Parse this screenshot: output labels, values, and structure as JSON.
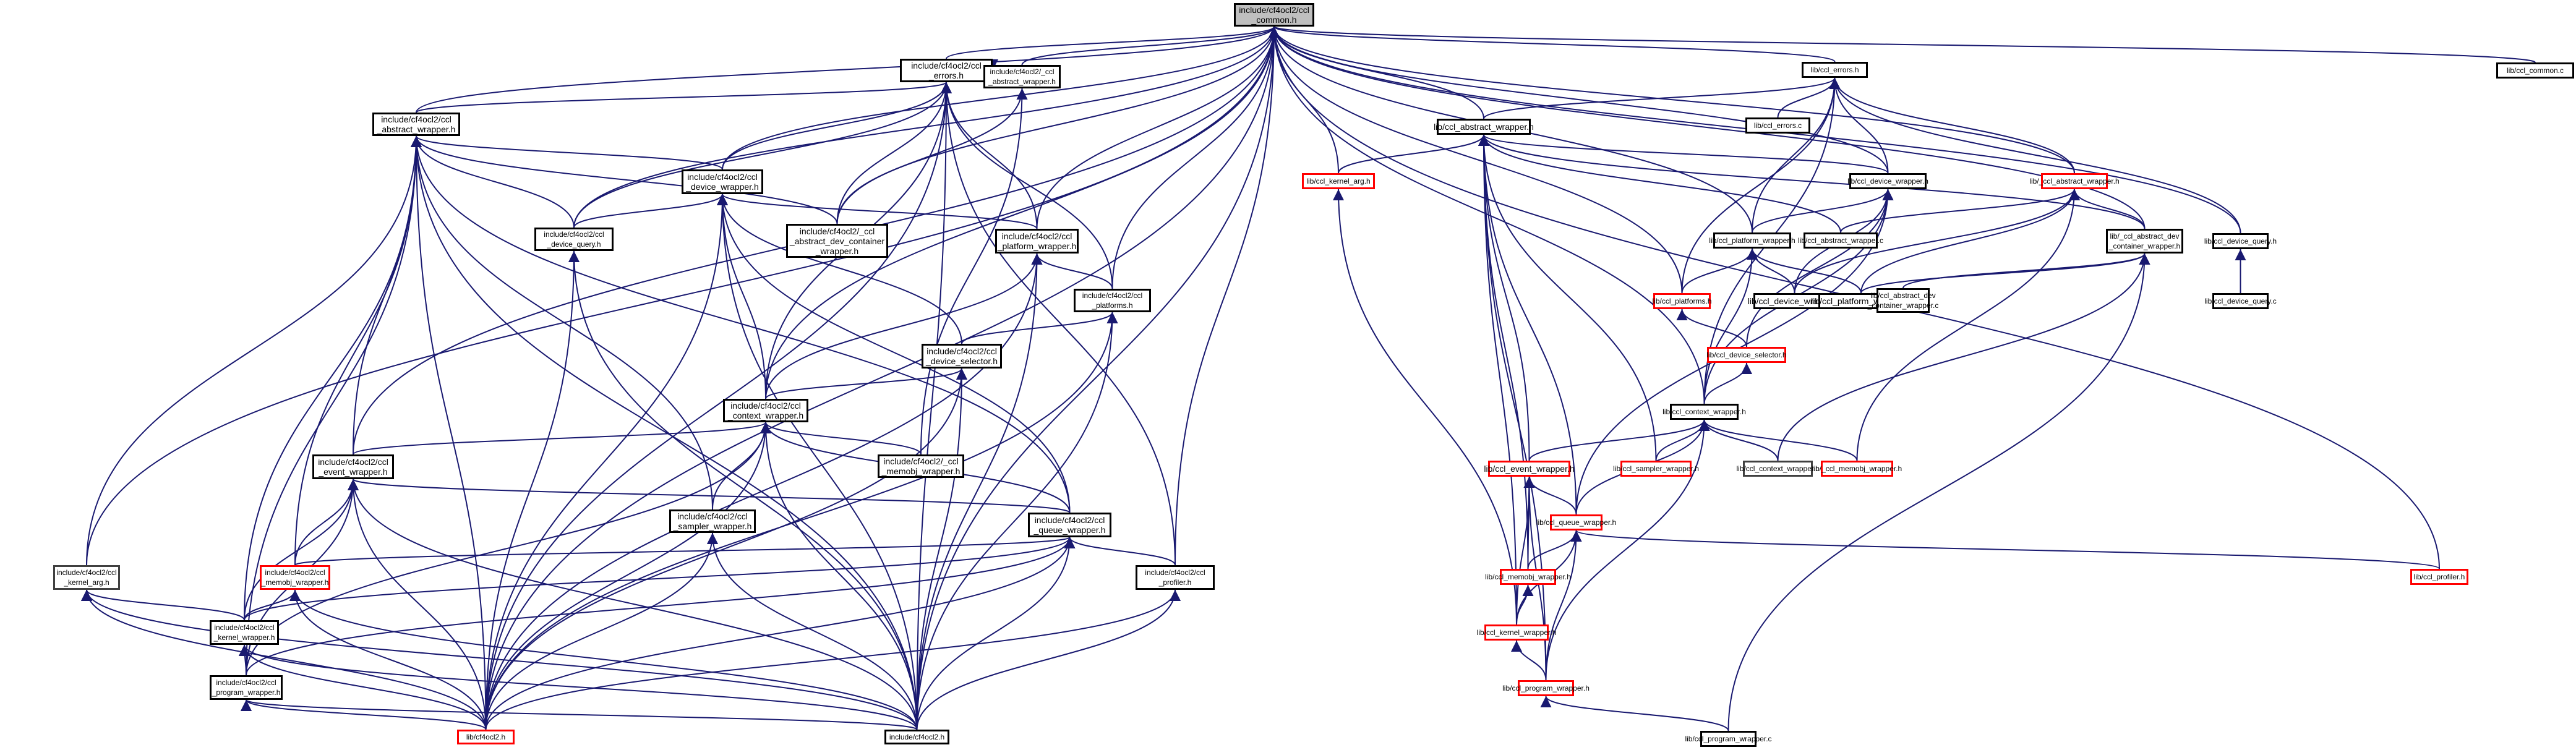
{
  "title": "include/cf4ocl2/ccl_common.h include dependency graph",
  "colors": {
    "edge": "#191970",
    "root_fill": "#bfbfbf",
    "truncated_border": "#ff0000",
    "node_border": "#000000"
  },
  "nodes": [
    {
      "id": "n0",
      "label": "include/cf4ocl2/ccl\n_common.h",
      "style": "root"
    },
    {
      "id": "n1",
      "label": "include/cf4ocl2/ccl\n_errors.h",
      "style": "normal"
    },
    {
      "id": "n2",
      "label": "include/cf4ocl2/ccl\n_abstract_wrapper.h",
      "style": "normal"
    },
    {
      "id": "n3",
      "label": "include/cf4ocl2/_ccl\n_abstract_wrapper.h",
      "style": "normal"
    },
    {
      "id": "n4",
      "label": "include/cf4ocl2/ccl\n_device_wrapper.h",
      "style": "normal"
    },
    {
      "id": "n5",
      "label": "include/cf4ocl2/ccl\n_device_query.h",
      "style": "normal"
    },
    {
      "id": "n6",
      "label": "include/cf4ocl2/_ccl\n_abstract_dev_container\n_wrapper.h",
      "style": "normal"
    },
    {
      "id": "n7",
      "label": "include/cf4ocl2/ccl\n_platform_wrapper.h",
      "style": "normal"
    },
    {
      "id": "n8",
      "label": "include/cf4ocl2/ccl\n_platforms.h",
      "style": "normal"
    },
    {
      "id": "n9",
      "label": "include/cf4ocl2/ccl\n_device_selector.h",
      "style": "normal"
    },
    {
      "id": "n10",
      "label": "include/cf4ocl2/ccl\n_context_wrapper.h",
      "style": "normal"
    },
    {
      "id": "n11",
      "label": "include/cf4ocl2/_ccl\n_memobj_wrapper.h",
      "style": "normal"
    },
    {
      "id": "n12",
      "label": "include/cf4ocl2/ccl\n_event_wrapper.h",
      "style": "normal"
    },
    {
      "id": "n13",
      "label": "include/cf4ocl2/ccl\n_queue_wrapper.h",
      "style": "normal"
    },
    {
      "id": "n14",
      "label": "include/cf4ocl2/ccl\n_sampler_wrapper.h",
      "style": "normal"
    },
    {
      "id": "n15",
      "label": "include/cf4ocl2/ccl\n_kernel_arg.h",
      "style": "gray"
    },
    {
      "id": "n16",
      "label": "include/cf4ocl2/ccl\n_memobj_wrapper.h",
      "style": "red"
    },
    {
      "id": "n17",
      "label": "include/cf4ocl2/ccl\n_profiler.h",
      "style": "normal"
    },
    {
      "id": "n18",
      "label": "include/cf4ocl2/ccl\n_kernel_wrapper.h",
      "style": "normal"
    },
    {
      "id": "n19",
      "label": "include/cf4ocl2/ccl\n_program_wrapper.h",
      "style": "normal"
    },
    {
      "id": "n20",
      "label": "lib/cf4ocl2.h",
      "style": "red"
    },
    {
      "id": "n21",
      "label": "include/cf4ocl2.h",
      "style": "normal"
    },
    {
      "id": "n22",
      "label": "lib/ccl_errors.h",
      "style": "normal"
    },
    {
      "id": "n23",
      "label": "lib/ccl_errors.c",
      "style": "normal"
    },
    {
      "id": "n24",
      "label": "lib/ccl_abstract_wrapper.h",
      "style": "normal"
    },
    {
      "id": "n25",
      "label": "lib/ccl_kernel_arg.h",
      "style": "red"
    },
    {
      "id": "n26",
      "label": "lib/ccl_device_wrapper.h",
      "style": "normal"
    },
    {
      "id": "n27",
      "label": "lib/_ccl_abstract_wrapper.h",
      "style": "red"
    },
    {
      "id": "n28",
      "label": "lib/ccl_platform_wrapper.h",
      "style": "normal"
    },
    {
      "id": "n29",
      "label": "lib/ccl_abstract_wrapper.c",
      "style": "normal"
    },
    {
      "id": "n30",
      "label": "lib/_ccl_abstract_dev\n_container_wrapper.h",
      "style": "normal"
    },
    {
      "id": "n31",
      "label": "lib/ccl_device_query.h",
      "style": "normal"
    },
    {
      "id": "n32",
      "label": "lib/ccl_platforms.h",
      "style": "red"
    },
    {
      "id": "n33",
      "label": "lib/ccl_device_wrapper.c",
      "style": "normal"
    },
    {
      "id": "n34",
      "label": "lib/ccl_platform_wrapper.c",
      "style": "normal"
    },
    {
      "id": "n35",
      "label": "lib/ccl_abstract_dev\n_container_wrapper.c",
      "style": "normal"
    },
    {
      "id": "n36",
      "label": "lib/ccl_device_query.c",
      "style": "normal"
    },
    {
      "id": "n37",
      "label": "lib/ccl_device_selector.h",
      "style": "red"
    },
    {
      "id": "n38",
      "label": "lib/ccl_context_wrapper.h",
      "style": "normal"
    },
    {
      "id": "n39",
      "label": "lib/ccl_event_wrapper.h",
      "style": "red"
    },
    {
      "id": "n40",
      "label": "lib/ccl_sampler_wrapper.h",
      "style": "red"
    },
    {
      "id": "n41",
      "label": "lib/ccl_context_wrapper.c",
      "style": "gray"
    },
    {
      "id": "n42",
      "label": "lib/_ccl_memobj_wrapper.h",
      "style": "red"
    },
    {
      "id": "n43",
      "label": "lib/ccl_queue_wrapper.h",
      "style": "red"
    },
    {
      "id": "n44",
      "label": "lib/ccl_memobj_wrapper.h",
      "style": "red"
    },
    {
      "id": "n45",
      "label": "lib/ccl_kernel_wrapper.h",
      "style": "red"
    },
    {
      "id": "n46",
      "label": "lib/ccl_program_wrapper.h",
      "style": "red"
    },
    {
      "id": "n47",
      "label": "lib/ccl_program_wrapper.c",
      "style": "normal"
    },
    {
      "id": "n48",
      "label": "lib/ccl_profiler.h",
      "style": "red"
    },
    {
      "id": "n49",
      "label": "lib/ccl_common.c",
      "style": "normal"
    }
  ],
  "edges": [
    [
      "n1",
      "n0"
    ],
    [
      "n2",
      "n0"
    ],
    [
      "n3",
      "n0"
    ],
    [
      "n4",
      "n0"
    ],
    [
      "n5",
      "n0"
    ],
    [
      "n6",
      "n0"
    ],
    [
      "n7",
      "n0"
    ],
    [
      "n8",
      "n0"
    ],
    [
      "n10",
      "n0"
    ],
    [
      "n12",
      "n0"
    ],
    [
      "n15",
      "n0"
    ],
    [
      "n17",
      "n0"
    ],
    [
      "n20",
      "n0"
    ],
    [
      "n21",
      "n0"
    ],
    [
      "n22",
      "n0"
    ],
    [
      "n24",
      "n0"
    ],
    [
      "n25",
      "n0"
    ],
    [
      "n26",
      "n0"
    ],
    [
      "n27",
      "n0"
    ],
    [
      "n28",
      "n0"
    ],
    [
      "n30",
      "n0"
    ],
    [
      "n31",
      "n0"
    ],
    [
      "n32",
      "n0"
    ],
    [
      "n38",
      "n0"
    ],
    [
      "n48",
      "n0"
    ],
    [
      "n49",
      "n0"
    ],
    [
      "n2",
      "n1"
    ],
    [
      "n3",
      "n1"
    ],
    [
      "n4",
      "n1"
    ],
    [
      "n5",
      "n1"
    ],
    [
      "n6",
      "n1"
    ],
    [
      "n7",
      "n1"
    ],
    [
      "n8",
      "n1"
    ],
    [
      "n10",
      "n1"
    ],
    [
      "n17",
      "n1"
    ],
    [
      "n21",
      "n1"
    ],
    [
      "n20",
      "n1"
    ],
    [
      "n4",
      "n2"
    ],
    [
      "n5",
      "n2"
    ],
    [
      "n6",
      "n2"
    ],
    [
      "n12",
      "n2"
    ],
    [
      "n13",
      "n2"
    ],
    [
      "n14",
      "n2"
    ],
    [
      "n15",
      "n2"
    ],
    [
      "n16",
      "n2"
    ],
    [
      "n18",
      "n2"
    ],
    [
      "n19",
      "n2"
    ],
    [
      "n20",
      "n2"
    ],
    [
      "n21",
      "n2"
    ],
    [
      "n6",
      "n3"
    ],
    [
      "n11",
      "n3"
    ],
    [
      "n5",
      "n4"
    ],
    [
      "n7",
      "n4"
    ],
    [
      "n9",
      "n4"
    ],
    [
      "n10",
      "n4"
    ],
    [
      "n13",
      "n4"
    ],
    [
      "n20",
      "n4"
    ],
    [
      "n21",
      "n4"
    ],
    [
      "n20",
      "n5"
    ],
    [
      "n21",
      "n5"
    ],
    [
      "n8",
      "n7"
    ],
    [
      "n10",
      "n7"
    ],
    [
      "n20",
      "n7"
    ],
    [
      "n21",
      "n7"
    ],
    [
      "n9",
      "n8"
    ],
    [
      "n20",
      "n8"
    ],
    [
      "n21",
      "n8"
    ],
    [
      "n10",
      "n9"
    ],
    [
      "n20",
      "n9"
    ],
    [
      "n21",
      "n9"
    ],
    [
      "n11",
      "n10"
    ],
    [
      "n12",
      "n10"
    ],
    [
      "n13",
      "n10"
    ],
    [
      "n14",
      "n10"
    ],
    [
      "n19",
      "n10"
    ],
    [
      "n20",
      "n10"
    ],
    [
      "n21",
      "n10"
    ],
    [
      "n13",
      "n12"
    ],
    [
      "n16",
      "n12"
    ],
    [
      "n18",
      "n12"
    ],
    [
      "n19",
      "n12"
    ],
    [
      "n20",
      "n12"
    ],
    [
      "n21",
      "n12"
    ],
    [
      "n16",
      "n13"
    ],
    [
      "n17",
      "n13"
    ],
    [
      "n18",
      "n13"
    ],
    [
      "n19",
      "n13"
    ],
    [
      "n20",
      "n13"
    ],
    [
      "n21",
      "n13"
    ],
    [
      "n20",
      "n14"
    ],
    [
      "n21",
      "n14"
    ],
    [
      "n18",
      "n15"
    ],
    [
      "n20",
      "n15"
    ],
    [
      "n21",
      "n15"
    ],
    [
      "n18",
      "n16"
    ],
    [
      "n20",
      "n16"
    ],
    [
      "n21",
      "n16"
    ],
    [
      "n20",
      "n17"
    ],
    [
      "n21",
      "n17"
    ],
    [
      "n19",
      "n18"
    ],
    [
      "n20",
      "n18"
    ],
    [
      "n21",
      "n18"
    ],
    [
      "n20",
      "n19"
    ],
    [
      "n21",
      "n19"
    ],
    [
      "n23",
      "n22"
    ],
    [
      "n24",
      "n22"
    ],
    [
      "n26",
      "n22"
    ],
    [
      "n27",
      "n22"
    ],
    [
      "n28",
      "n22"
    ],
    [
      "n31",
      "n22"
    ],
    [
      "n32",
      "n22"
    ],
    [
      "n38",
      "n22"
    ],
    [
      "n25",
      "n24"
    ],
    [
      "n26",
      "n24"
    ],
    [
      "n29",
      "n24"
    ],
    [
      "n30",
      "n24"
    ],
    [
      "n39",
      "n24"
    ],
    [
      "n40",
      "n24"
    ],
    [
      "n43",
      "n24"
    ],
    [
      "n44",
      "n24"
    ],
    [
      "n45",
      "n24"
    ],
    [
      "n46",
      "n24"
    ],
    [
      "n28",
      "n26"
    ],
    [
      "n33",
      "n26"
    ],
    [
      "n37",
      "n26"
    ],
    [
      "n38",
      "n26"
    ],
    [
      "n43",
      "n26"
    ],
    [
      "n29",
      "n27"
    ],
    [
      "n30",
      "n27"
    ],
    [
      "n33",
      "n27"
    ],
    [
      "n34",
      "n27"
    ],
    [
      "n42",
      "n27"
    ],
    [
      "n32",
      "n28"
    ],
    [
      "n33",
      "n28"
    ],
    [
      "n34",
      "n28"
    ],
    [
      "n38",
      "n28"
    ],
    [
      "n34",
      "n30"
    ],
    [
      "n35",
      "n30"
    ],
    [
      "n41",
      "n30"
    ],
    [
      "n47",
      "n30"
    ],
    [
      "n36",
      "n31"
    ],
    [
      "n37",
      "n32"
    ],
    [
      "n38",
      "n37"
    ],
    [
      "n39",
      "n38"
    ],
    [
      "n40",
      "n38"
    ],
    [
      "n41",
      "n38"
    ],
    [
      "n42",
      "n38"
    ],
    [
      "n43",
      "n38"
    ],
    [
      "n46",
      "n38"
    ],
    [
      "n43",
      "n39"
    ],
    [
      "n44",
      "n39"
    ],
    [
      "n45",
      "n39"
    ],
    [
      "n46",
      "n39"
    ],
    [
      "n44",
      "n43"
    ],
    [
      "n45",
      "n43"
    ],
    [
      "n46",
      "n43"
    ],
    [
      "n48",
      "n43"
    ],
    [
      "n45",
      "n44"
    ],
    [
      "n46",
      "n45"
    ],
    [
      "n45",
      "n25"
    ],
    [
      "n47",
      "n46"
    ]
  ]
}
